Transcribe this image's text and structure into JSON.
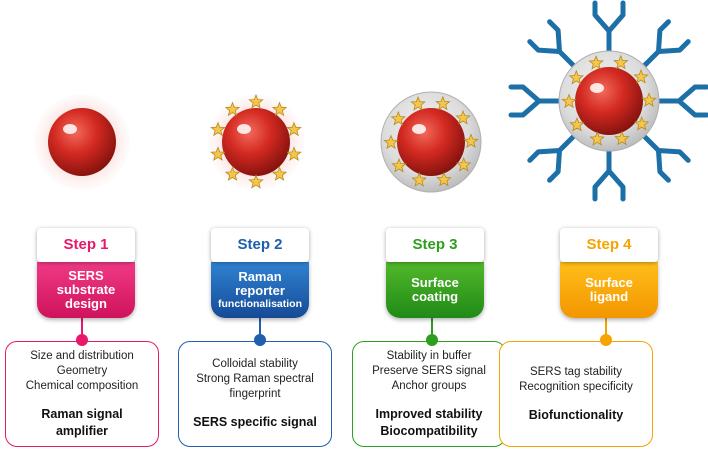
{
  "steps": [
    {
      "step_label": "Step 1",
      "title_lines": [
        "SERS",
        "substrate",
        "design"
      ],
      "features": [
        "Size and distribution",
        "Geometry",
        "Chemical composition"
      ],
      "summary_lines": [
        "Raman signal",
        "amplifier"
      ],
      "color": "#e8186a",
      "band_gradient": [
        "#f03a85",
        "#d0125c"
      ]
    },
    {
      "step_label": "Step 2",
      "title_lines": [
        "Raman",
        "reporter",
        "functionalisation"
      ],
      "features": [
        "Colloidal stability",
        "Strong Raman spectral",
        "fingerprint"
      ],
      "summary_lines": [
        "SERS specific signal"
      ],
      "color": "#1f5fae",
      "band_gradient": [
        "#2f83d2",
        "#164a96"
      ]
    },
    {
      "step_label": "Step 3",
      "title_lines": [
        "Surface",
        "coating"
      ],
      "features": [
        "Stability in buffer",
        "Preserve SERS signal",
        "Anchor groups"
      ],
      "summary_lines": [
        "Improved stability",
        "Biocompatibility"
      ],
      "color": "#2e9e1e",
      "band_gradient": [
        "#52b82a",
        "#1f8a17"
      ]
    },
    {
      "step_label": "Step 4",
      "title_lines": [
        "Surface",
        "ligand"
      ],
      "features": [
        "SERS tag stability",
        "Recognition specificity"
      ],
      "summary_lines": [
        "Biofunctionality"
      ],
      "color": "#f5a400",
      "band_gradient": [
        "#ffbe1a",
        "#f29600"
      ]
    }
  ],
  "illustration": {
    "nanoparticle_color": "#d42a22",
    "reporter_star_color": "#f4c64a",
    "coating_color": "#d8d8d8",
    "antibody_color": "#1d6fa8"
  }
}
